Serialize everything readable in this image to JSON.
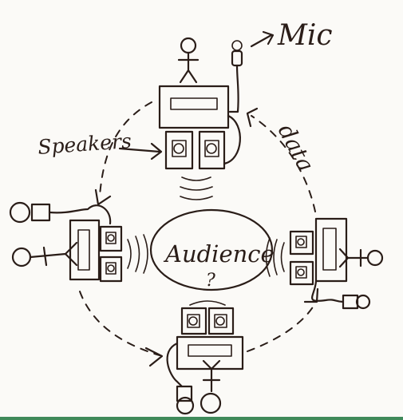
{
  "labels": {
    "mic": "Mic",
    "speakers": "Speakers",
    "data": "data",
    "audience": "Audience",
    "question": "?"
  },
  "colors": {
    "ink": "#2a1d18",
    "paper": "#fbfaf7",
    "bottom_rule": "#3f8a5a"
  }
}
